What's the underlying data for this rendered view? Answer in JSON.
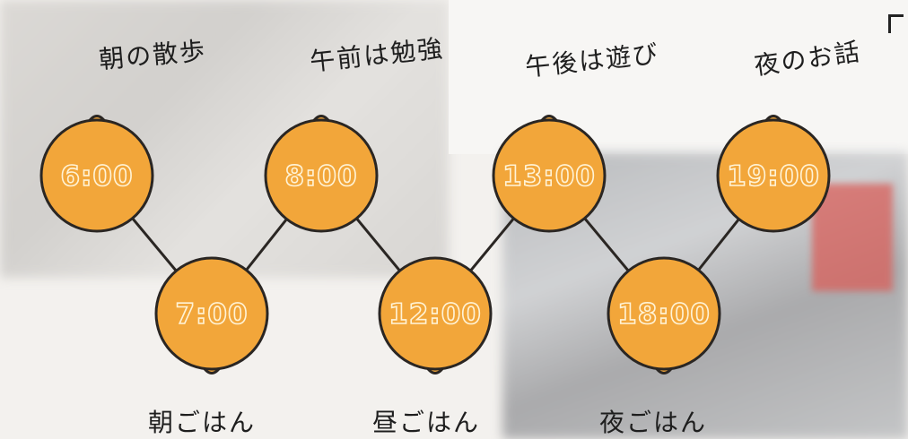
{
  "nodes": [
    {
      "time": "6:00",
      "pointer": "up"
    },
    {
      "time": "7:00",
      "pointer": "down"
    },
    {
      "time": "8:00",
      "pointer": "up"
    },
    {
      "time": "12:00",
      "pointer": "down"
    },
    {
      "time": "13:00",
      "pointer": "up"
    },
    {
      "time": "18:00",
      "pointer": "down"
    },
    {
      "time": "19:00",
      "pointer": "up"
    }
  ],
  "labels_top": [
    "朝の散歩",
    "午前は勉強",
    "午後は遊び",
    "夜のお話"
  ],
  "labels_bottom": [
    "朝ごはん",
    "昼ごはん",
    "夜ごはん"
  ],
  "colors": {
    "circle_fill": "#f2a63a",
    "circle_stroke": "#2a2623",
    "line": "#2a2623",
    "time_text": "#fff3d6"
  }
}
